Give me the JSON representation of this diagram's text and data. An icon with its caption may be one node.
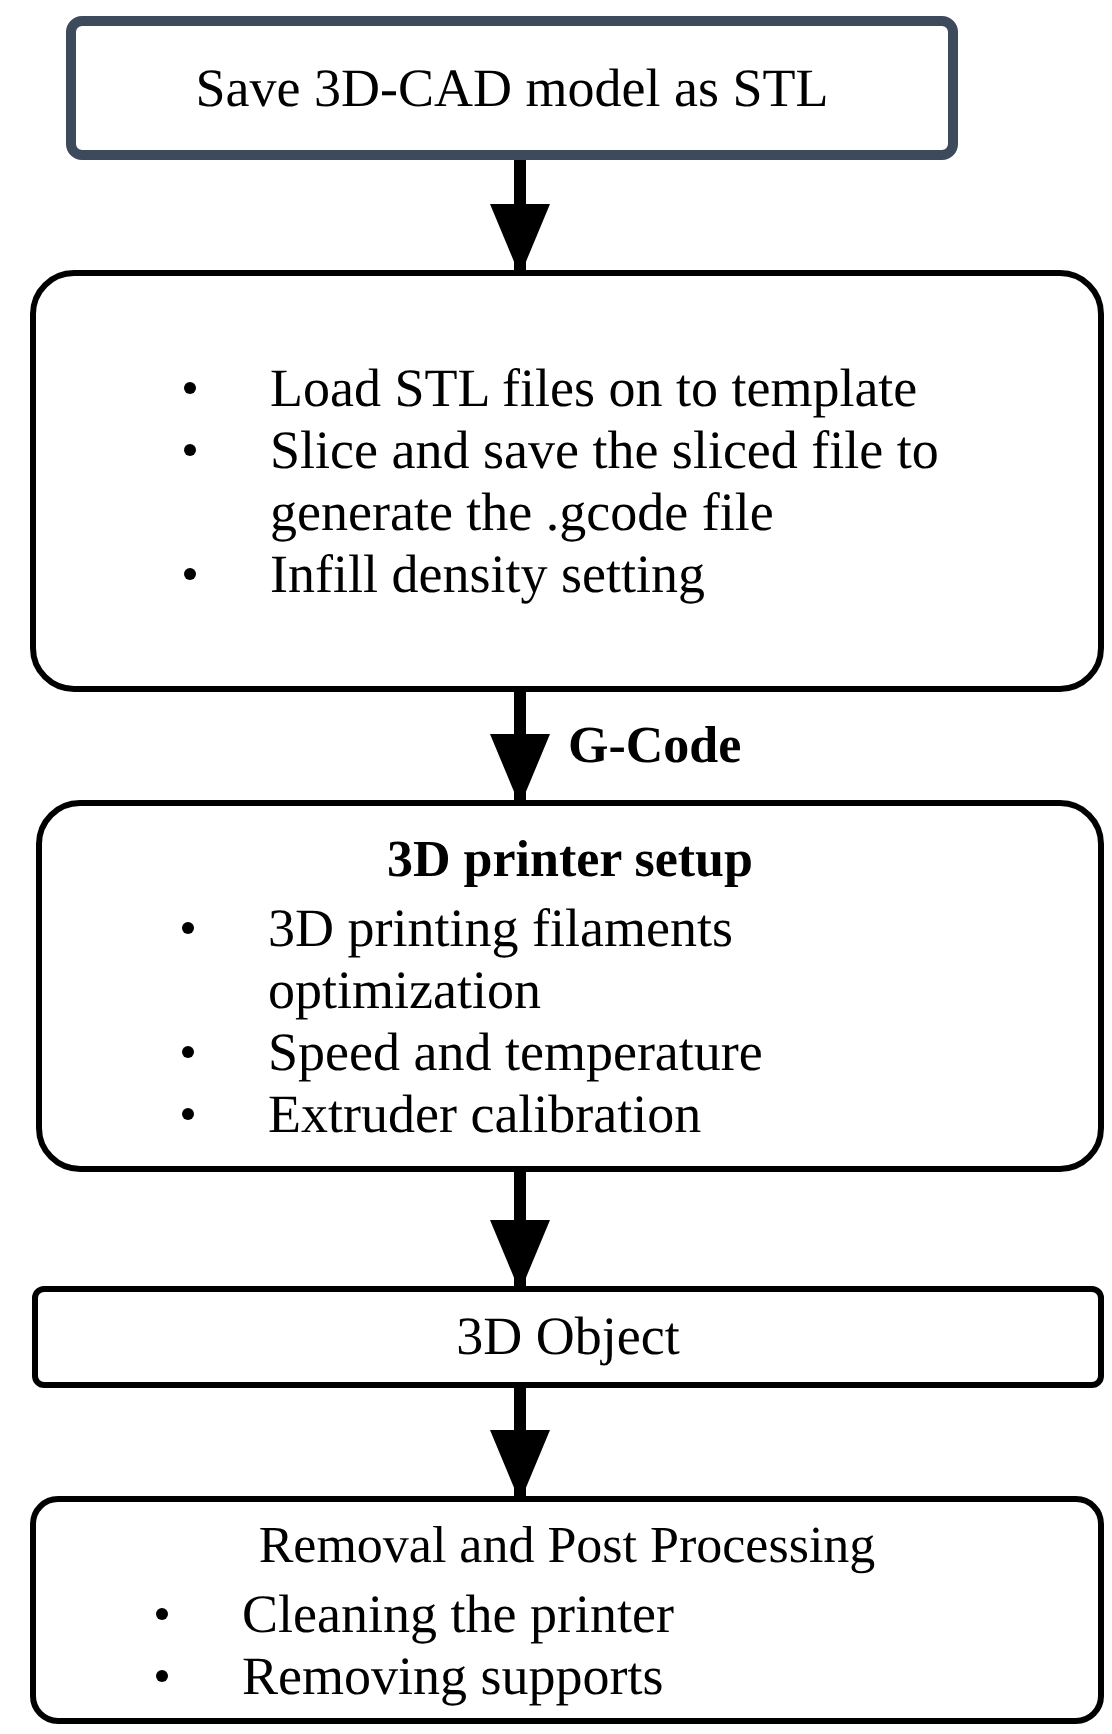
{
  "diagram": {
    "nodes": [
      {
        "text": [
          "Save 3D-CAD model as STL"
        ]
      },
      {
        "text": [
          "Load STL files on to template",
          "Slice and save the sliced file to generate the .gcode file",
          "Infill density setting"
        ]
      },
      {
        "text": [
          "3D printer setup",
          "3D printing filaments optimization",
          "Speed and temperature",
          "Extruder calibration"
        ]
      },
      {
        "text": [
          "3D Object"
        ]
      },
      {
        "text": [
          "Removal and Post Processing",
          "Cleaning the printer",
          "Removing supports"
        ]
      }
    ],
    "edges": [
      {
        "from": 0,
        "to": 1,
        "arrow": "to"
      },
      {
        "from": 1,
        "to": 2,
        "arrow": "to",
        "label": "G-Code"
      },
      {
        "from": 2,
        "to": 3,
        "arrow": "to"
      },
      {
        "from": 3,
        "to": 4,
        "arrow": "to"
      }
    ]
  }
}
